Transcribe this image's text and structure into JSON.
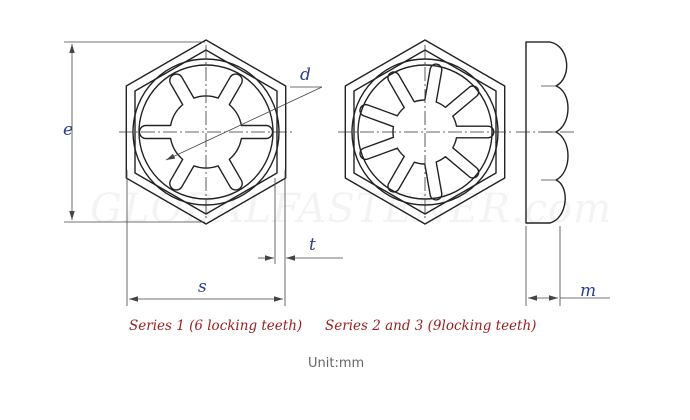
{
  "labels": {
    "d": "d",
    "e": "e",
    "s": "s",
    "t": "t",
    "m": "m"
  },
  "captions": {
    "series1": "Series 1 (6 locking teeth)",
    "series23": "Series 2 and 3 (9locking teeth)"
  },
  "unit": "Unit:mm",
  "watermark": "GLOBALFASTENER.com",
  "colors": {
    "dimension_label": "#2b3f8f",
    "caption": "#9a1d1d",
    "unit": "#666666",
    "line": "#222222"
  },
  "teeth": {
    "series1": 6,
    "series23": 9
  }
}
